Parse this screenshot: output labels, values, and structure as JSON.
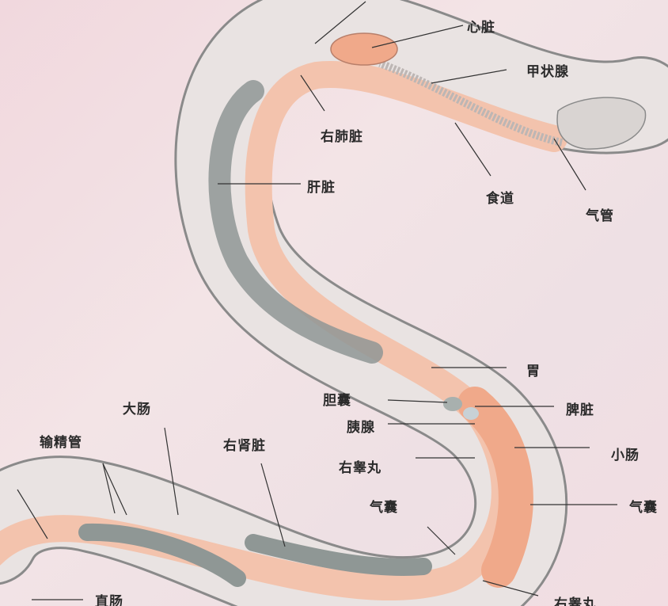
{
  "labels": {
    "heart": "心脏",
    "thyroid": "甲状腺",
    "right_lung": "右肺脏",
    "liver": "肝脏",
    "esophagus": "食道",
    "trachea": "气管",
    "stomach": "胃",
    "gallbladder": "胆囊",
    "spleen": "脾脏",
    "pancreas": "胰腺",
    "small_intestine": "小肠",
    "right_testis": "右睾丸",
    "air_sac": "气囊",
    "air_sac_right": "气囊",
    "large_intestine": "大肠",
    "right_kidney": "右肾脏",
    "vas_deferens": "输精管",
    "rectum": "直肠",
    "right_testis_bottom": "右睾丸"
  },
  "colors": {
    "body_fill": "#e9e3e2",
    "outline": "#8a8a8a",
    "gut": "#f3c3ad",
    "organ_orange": "#f0a98a",
    "dark_organ": "#8f9795",
    "trachea": "#d9d4d2"
  }
}
